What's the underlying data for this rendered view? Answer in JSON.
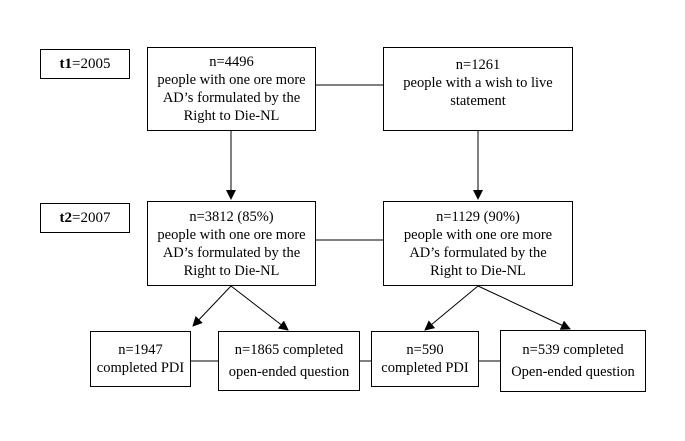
{
  "time_labels": {
    "t1": {
      "bold": "t1",
      "rest": "=2005"
    },
    "t2": {
      "bold": "t2",
      "rest": "=2007"
    }
  },
  "boxes": {
    "t1_left": [
      "n=4496",
      "people with one ore more",
      "AD’s formulated by the",
      "Right to Die-NL"
    ],
    "t1_right": [
      "n=1261",
      "people with a wish to live",
      "statement"
    ],
    "t2_left": [
      "n=3812 (85%)",
      "people with one ore more",
      "AD’s formulated by the",
      "Right to Die-NL"
    ],
    "t2_right": [
      "n=1129 (90%)",
      "people with one ore more",
      "AD’s formulated by the",
      "Right to Die-NL"
    ],
    "b1": [
      "n=1947",
      "completed PDI"
    ],
    "b2": [
      "n=1865 completed",
      "open-ended question"
    ],
    "b3": [
      "n=590",
      "completed PDI"
    ],
    "b4": [
      "n=539 completed",
      "Open-ended question"
    ]
  }
}
